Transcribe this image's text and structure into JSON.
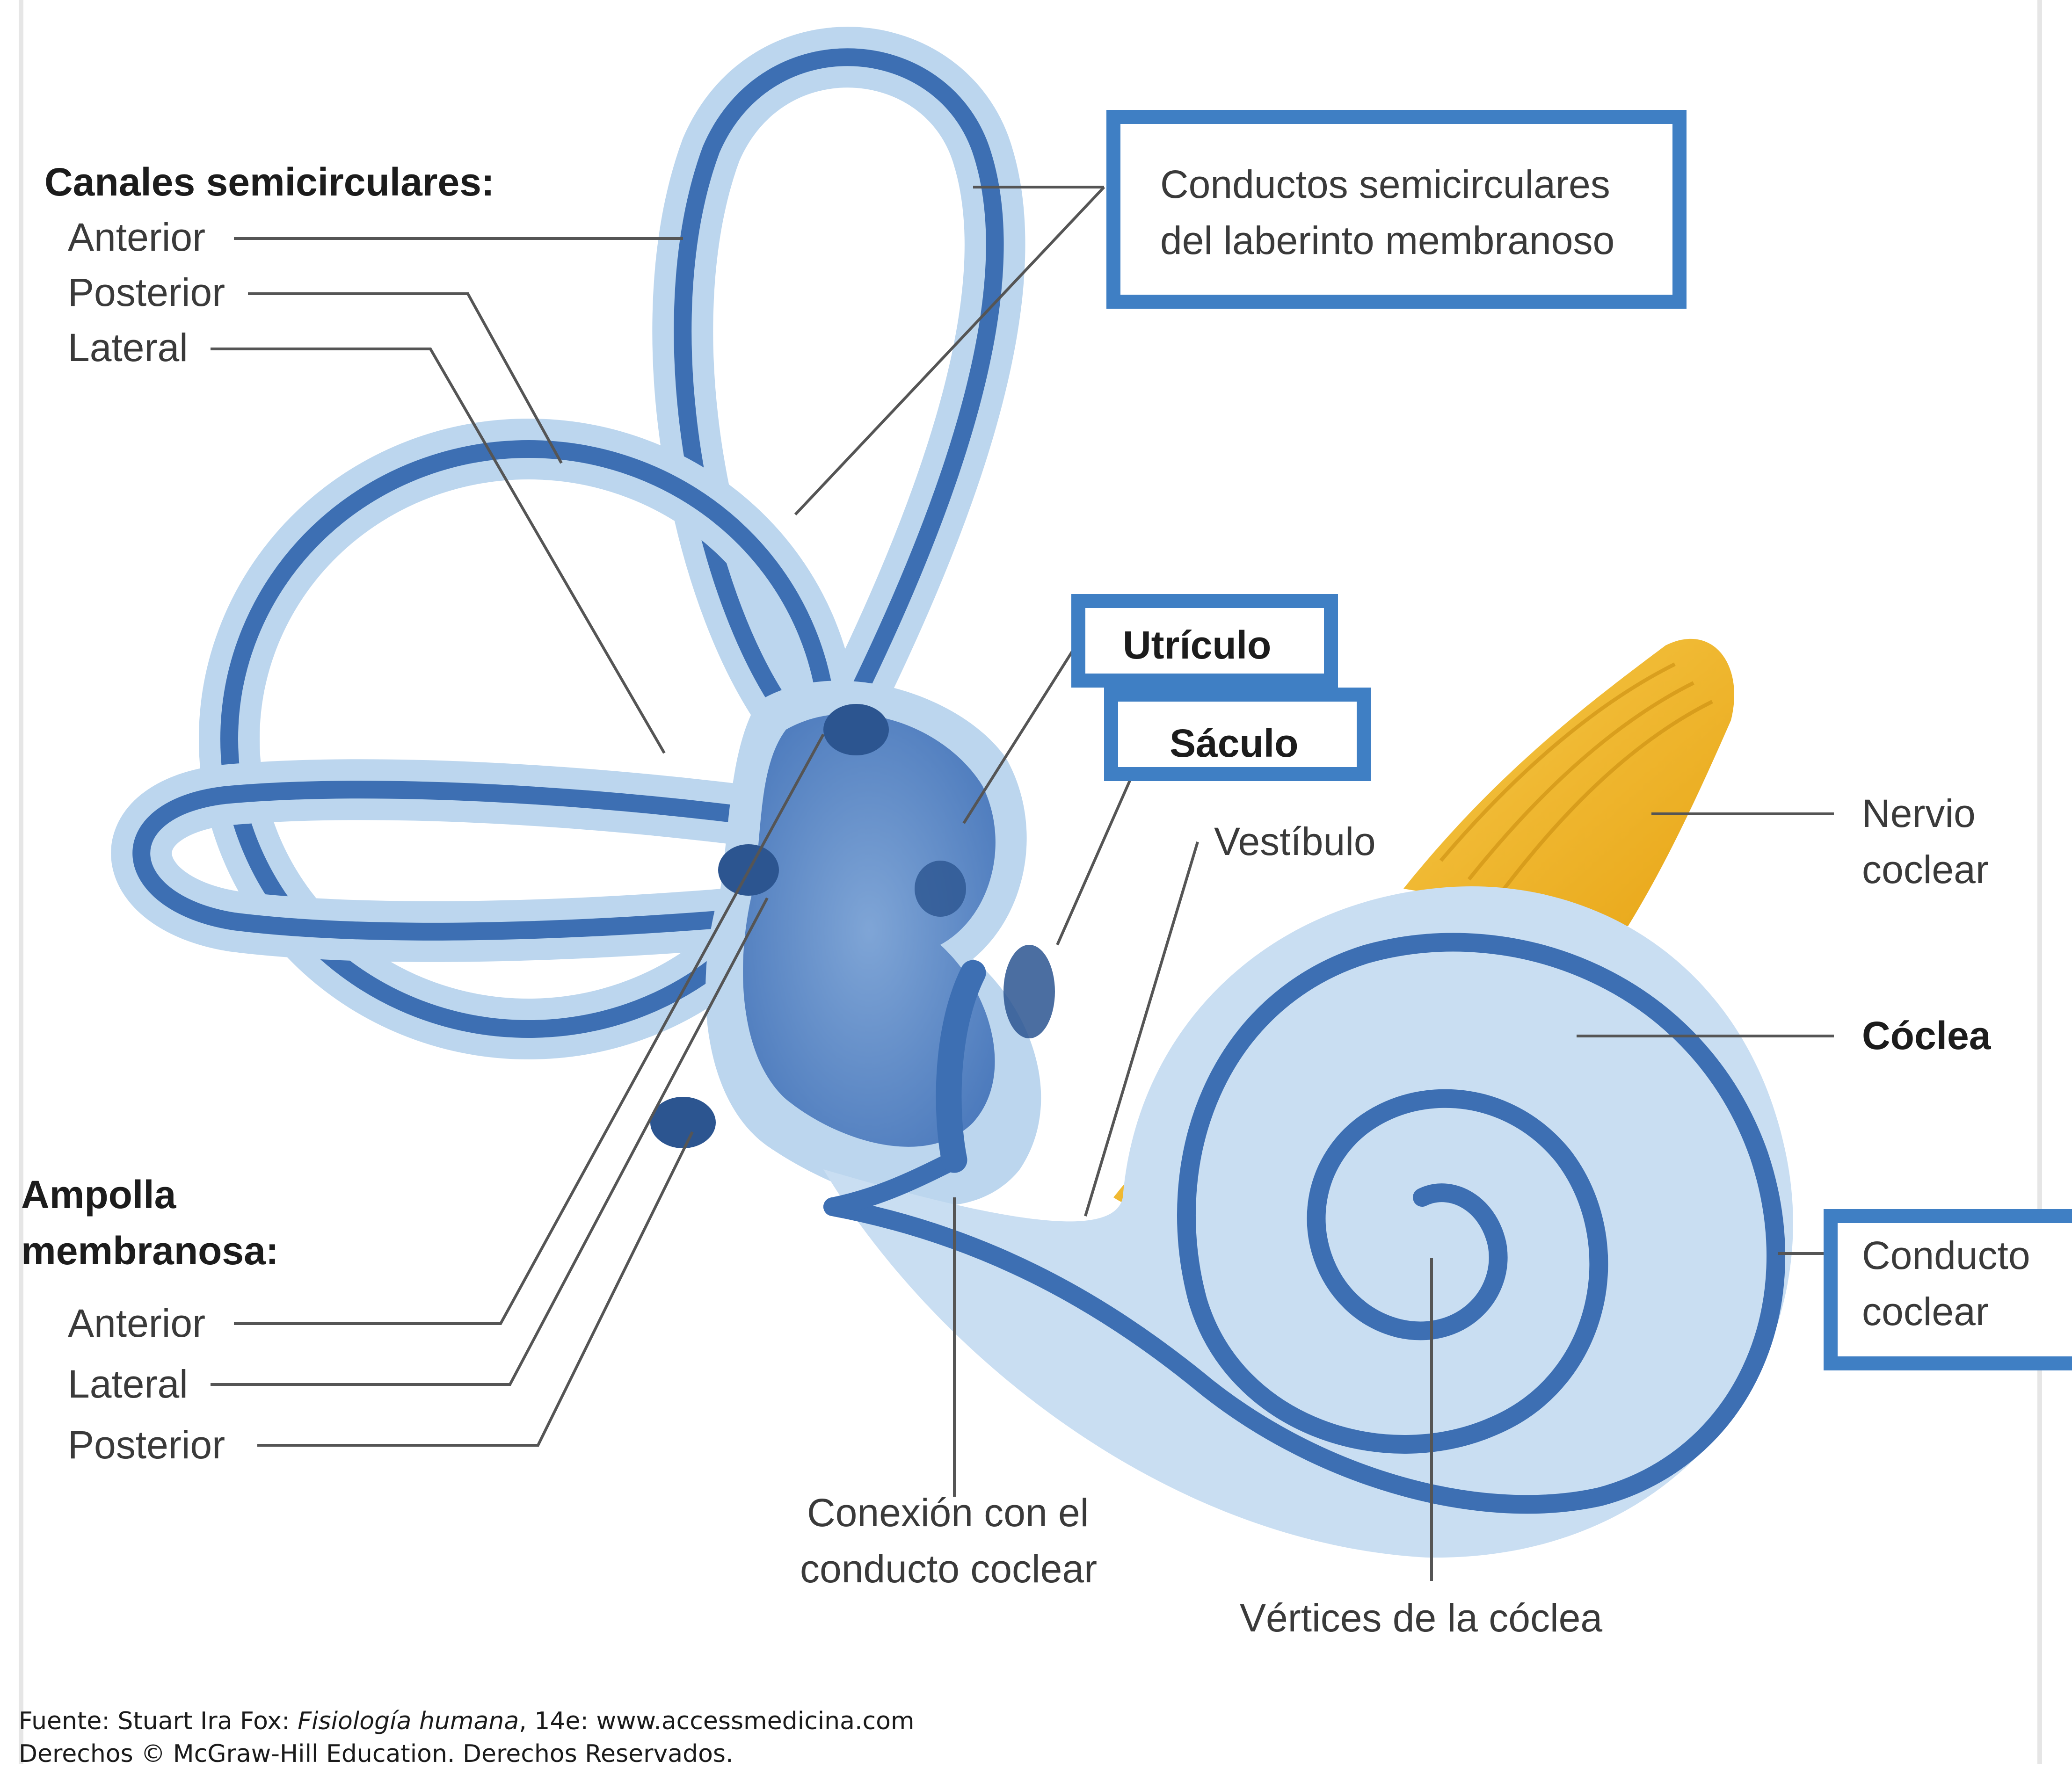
{
  "labels": {
    "canales_header": "Canales semicirculares:",
    "canal_anterior": "Anterior",
    "canal_posterior": "Posterior",
    "canal_lateral": "Lateral",
    "conductos_line1": "Conductos semicirculares",
    "conductos_line2": "del laberinto membranoso",
    "utriculo": "Utrículo",
    "saculo": "Sáculo",
    "vestibulo": "Vestíbulo",
    "nervio_line1": "Nervio",
    "nervio_line2": "coclear",
    "coclea": "Cóclea",
    "conducto_coclear_line1": "Conducto",
    "conducto_coclear_line2": "coclear",
    "ampolla_line1": "Ampolla",
    "ampolla_line2": "membranosa:",
    "ampolla_anterior": "Anterior",
    "ampolla_lateral": "Lateral",
    "ampolla_posterior": "Posterior",
    "conexion_line1": "Conexión con el",
    "conexion_line2": "conducto coclear",
    "vertices": "Vértices de la cóclea"
  },
  "credit": {
    "line1_prefix": "Fuente: Stuart Ira Fox: ",
    "line1_italic": "Fisiología humana",
    "line1_suffix": ", 14e: www.accessmedicina.com",
    "line2": "Derechos © McGraw-Hill Education. Derechos Reservados."
  },
  "colors": {
    "labyrinth_outer": "#bcd6ee",
    "labyrinth_duct": "#3d6fb3",
    "nerve": "#f0b526",
    "highlight_box": "#3f7fc4",
    "leader_line": "#555555"
  }
}
